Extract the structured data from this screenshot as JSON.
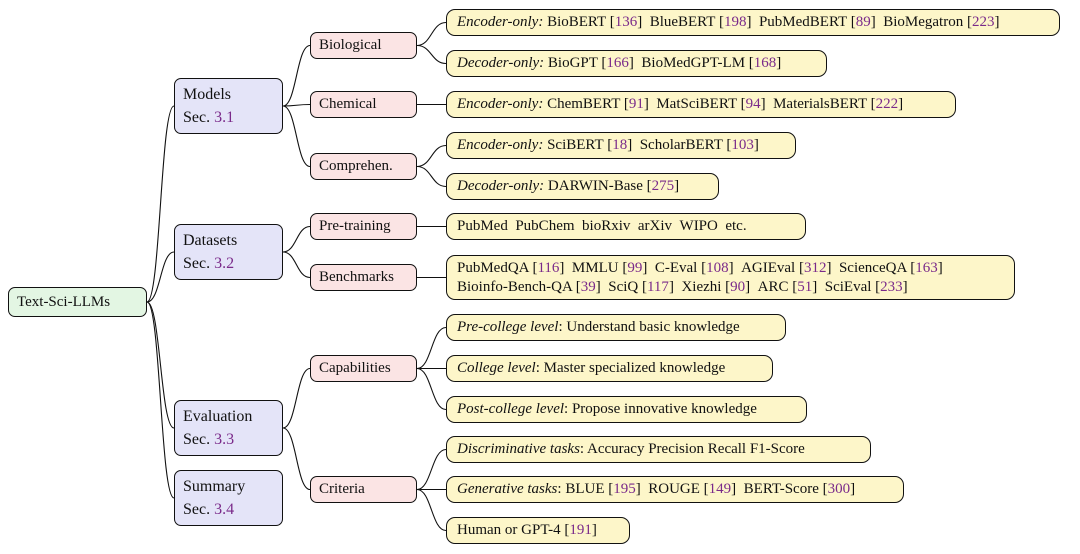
{
  "root": "Text-Sci-LLMs",
  "sections": {
    "models": {
      "label": "Models",
      "sec": "Sec. ",
      "num": "3.1"
    },
    "datasets": {
      "label": "Datasets",
      "sec": "Sec. ",
      "num": "3.2"
    },
    "evaluation": {
      "label": "Evaluation",
      "sec": "Sec. ",
      "num": "3.3"
    },
    "summary": {
      "label": "Summary",
      "sec": "Sec. ",
      "num": "3.4"
    }
  },
  "subs": {
    "biological": "Biological",
    "chemical": "Chemical",
    "comprehen": "Comprehen.",
    "pretraining": "Pre-training",
    "benchmarks": "Benchmarks",
    "capabilities": "Capabilities",
    "criteria": "Criteria"
  },
  "leaves": {
    "bio_enc": {
      "tag": "Encoder-only:",
      "items": [
        [
          "BioBERT",
          "136"
        ],
        [
          "BlueBERT",
          "198"
        ],
        [
          "PubMedBERT",
          "89"
        ],
        [
          "BioMegatron",
          "223"
        ]
      ]
    },
    "bio_dec": {
      "tag": "Decoder-only:",
      "items": [
        [
          "BioGPT",
          "166"
        ],
        [
          "BioMedGPT-LM",
          "168"
        ]
      ]
    },
    "chem_enc": {
      "tag": "Encoder-only:",
      "items": [
        [
          "ChemBERT",
          "91"
        ],
        [
          "MatSciBERT",
          "94"
        ],
        [
          "MaterialsBERT",
          "222"
        ]
      ]
    },
    "comp_enc": {
      "tag": "Encoder-only:",
      "items": [
        [
          "SciBERT",
          "18"
        ],
        [
          "ScholarBERT",
          "103"
        ]
      ]
    },
    "comp_dec": {
      "tag": "Decoder-only:",
      "items": [
        [
          "DARWIN-Base",
          "275"
        ]
      ]
    },
    "pretrain": {
      "items": [
        [
          "PubMed",
          ""
        ],
        [
          "PubChem",
          ""
        ],
        [
          "bioRxiv",
          ""
        ],
        [
          "arXiv",
          ""
        ],
        [
          "WIPO",
          ""
        ],
        [
          "etc.",
          ""
        ]
      ]
    },
    "bench_line1": {
      "items": [
        [
          "PubMedQA",
          "116"
        ],
        [
          "MMLU",
          "99"
        ],
        [
          "C-Eval",
          "108"
        ],
        [
          "AGIEval",
          "312"
        ],
        [
          "ScienceQA",
          "163"
        ]
      ]
    },
    "bench_line2": {
      "items": [
        [
          "Bioinfo-Bench-QA",
          "39"
        ],
        [
          "SciQ",
          "117"
        ],
        [
          "Xiezhi",
          "90"
        ],
        [
          "ARC",
          "51"
        ],
        [
          "SciEval",
          "233"
        ]
      ]
    },
    "cap_pre": {
      "tag": "Pre-college level",
      "text": ": Understand basic knowledge"
    },
    "cap_col": {
      "tag": "College level",
      "text": ": Master specialized knowledge"
    },
    "cap_post": {
      "tag": "Post-college level",
      "text": ": Propose innovative knowledge"
    },
    "crit_disc": {
      "tag": "Discriminative tasks",
      "text": ": Accuracy  Precision  Recall  F1-Score"
    },
    "crit_gen": {
      "tag": "Generative tasks",
      "text": ": ",
      "items": [
        [
          "BLUE",
          "195"
        ],
        [
          "ROUGE",
          "149"
        ],
        [
          "BERT-Score",
          "300"
        ]
      ]
    },
    "crit_human": {
      "items": [
        [
          "Human or GPT-4",
          "191"
        ]
      ]
    }
  }
}
